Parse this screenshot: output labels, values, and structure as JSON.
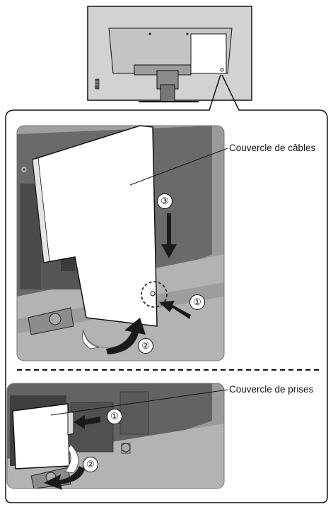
{
  "labels": {
    "cable_cover": "Couvercle de câbles",
    "terminal_cover": "Couvercle de prises"
  },
  "steps": {
    "upper": [
      "①",
      "②",
      "③"
    ],
    "lower": [
      "①",
      "②"
    ]
  },
  "colors": {
    "outline": "#111111",
    "tv_back": "#bfbfbf",
    "panel_dark": "#5e5e5e",
    "panel_mid": "#8a8a8a",
    "panel_light": "#a9a9a9",
    "cover_white": "#ffffff",
    "arrow": "#1a1a1a"
  },
  "icons": {
    "press_arrow": "arrow-right-icon",
    "slide_arrow": "arrow-down-icon",
    "swing_arrow": "curved-arrow-icon"
  }
}
